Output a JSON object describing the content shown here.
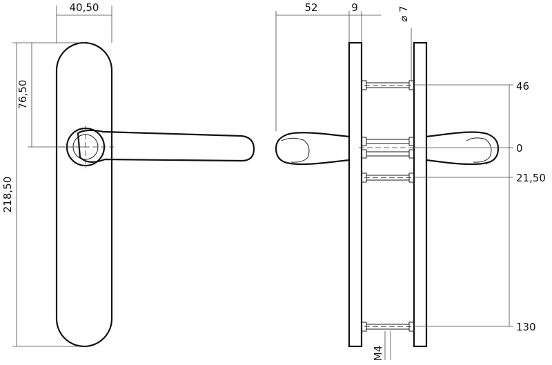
{
  "dimensions": {
    "width_plate": "40,50",
    "height_total": "218,50",
    "height_to_spindle": "76,50",
    "lever_projection": "52",
    "plate_thickness": "9",
    "bolt_diameter": "⌀ 7",
    "bolt_thread": "M4",
    "pos_46": "46",
    "pos_0": "0",
    "pos_21_50": "21,50",
    "pos_130": "130"
  }
}
